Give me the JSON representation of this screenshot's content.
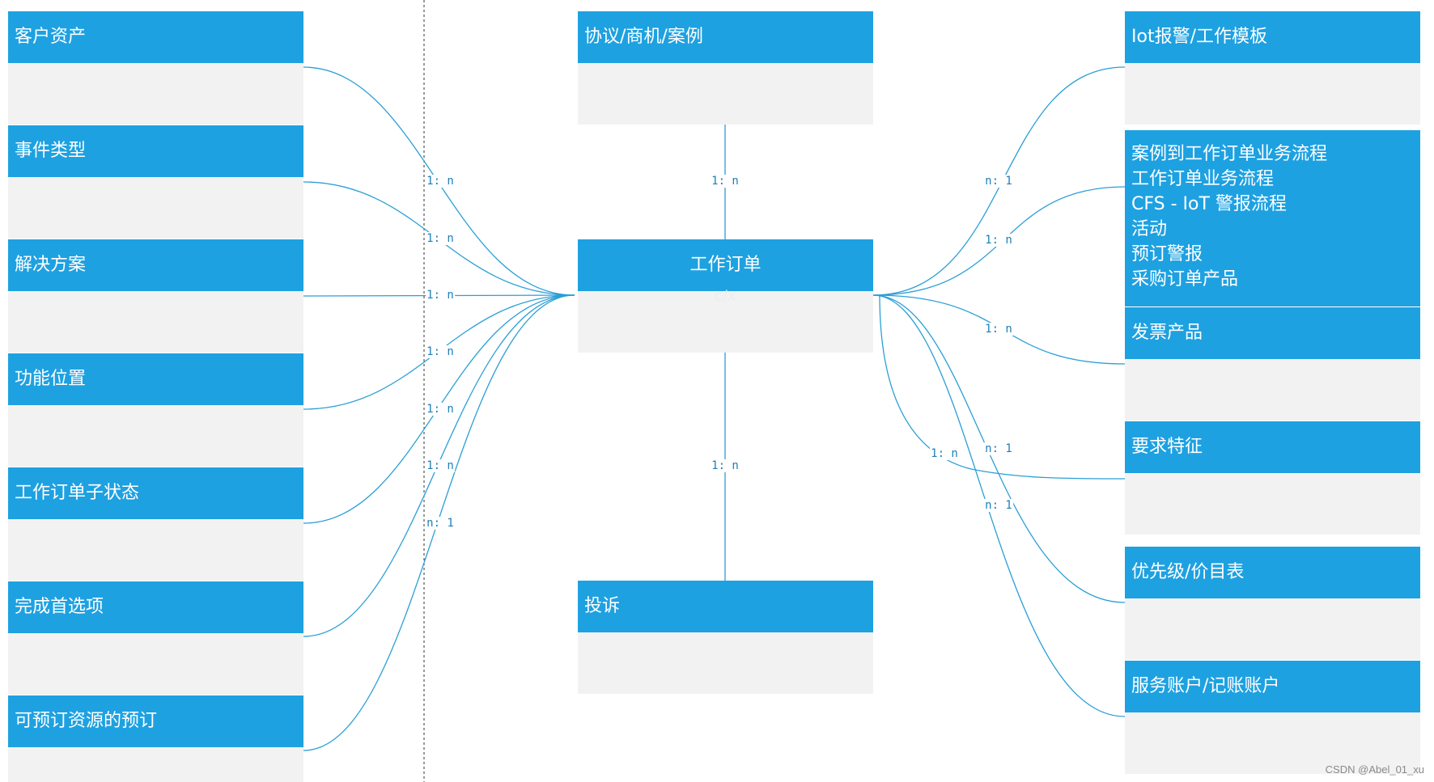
{
  "left": [
    "客户资产",
    "事件类型",
    "解决方案",
    "功能位置",
    "工作订单子状态",
    "完成首选项",
    "可预订资源的预订"
  ],
  "center": {
    "top": "协议/商机/案例",
    "main": "工作订单",
    "main_sub": "c/x",
    "bottom": "投诉"
  },
  "right": {
    "r0": "Iot报警/工作模板",
    "r1_lines": [
      "案例到工作订单业务流程",
      "工作订单业务流程",
      "CFS - IoT 警报流程",
      "活动",
      "预订警报",
      "采购订单产品"
    ],
    "r2": "发票产品",
    "r3": "要求特征",
    "r4": "优先级/价目表",
    "r5": "服务账户/记账账户"
  },
  "cardinalities": {
    "left": [
      "1: n",
      "1: n",
      "1: n",
      "1: n",
      "1: n",
      "1: n",
      "n: 1"
    ],
    "center_top": "1: n",
    "center_bottom": "1: n",
    "right": [
      "n: 1",
      "1: n",
      "1: n",
      "n: 1",
      "1: n",
      "n: 1"
    ]
  },
  "watermark": "CSDN @Abel_01_xu",
  "colors": {
    "header": "#1ea1e1",
    "body": "#f2f2f2",
    "line": "#2b9fd6"
  }
}
